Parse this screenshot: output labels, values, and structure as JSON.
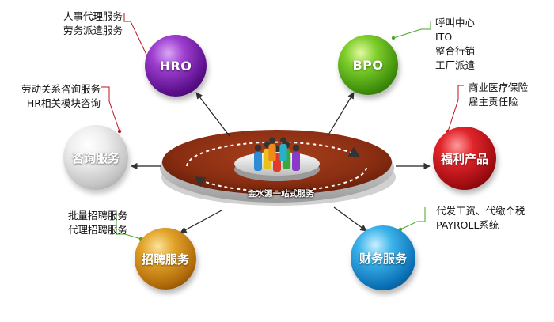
{
  "hub": {
    "caption": "金水源一站式服务"
  },
  "nodes": {
    "hro": {
      "label": "HRO",
      "color": "#6b1b9a"
    },
    "bpo": {
      "label": "BPO",
      "color": "#4a9a12"
    },
    "consult": {
      "label": "咨询服务",
      "color": "#c4c4c4"
    },
    "welfare": {
      "label": "福利产品",
      "color": "#c0161b"
    },
    "recruit": {
      "label": "招聘服务",
      "color": "#c8830f"
    },
    "finance": {
      "label": "财务服务",
      "color": "#1488cc"
    }
  },
  "notes": {
    "hro": [
      "人事代理服务",
      "劳务派遣服务"
    ],
    "bpo": [
      "呼叫中心",
      "ITO",
      "整合行销",
      "工厂派遣"
    ],
    "consult": [
      "劳动关系咨询服务",
      "HR相关模块咨询"
    ],
    "welfare": [
      "商业医疗保险",
      "雇主责任险"
    ],
    "recruit": [
      "批量招聘服务",
      "代理招聘服务"
    ],
    "finance": [
      "代发工资、代缴个税",
      "PAYROLL系统"
    ]
  },
  "colors": {
    "platform_top": "#8a2e12",
    "platform_rim": "#d9d9d9",
    "accent_line": "#c0101a",
    "note_line_green": "#4aa52a"
  },
  "people_colors": [
    "#2e8bd8",
    "#e8c21a",
    "#e03a2a",
    "#3aa83a",
    "#8a3ac8",
    "#f08a1a",
    "#2ab0c8"
  ]
}
